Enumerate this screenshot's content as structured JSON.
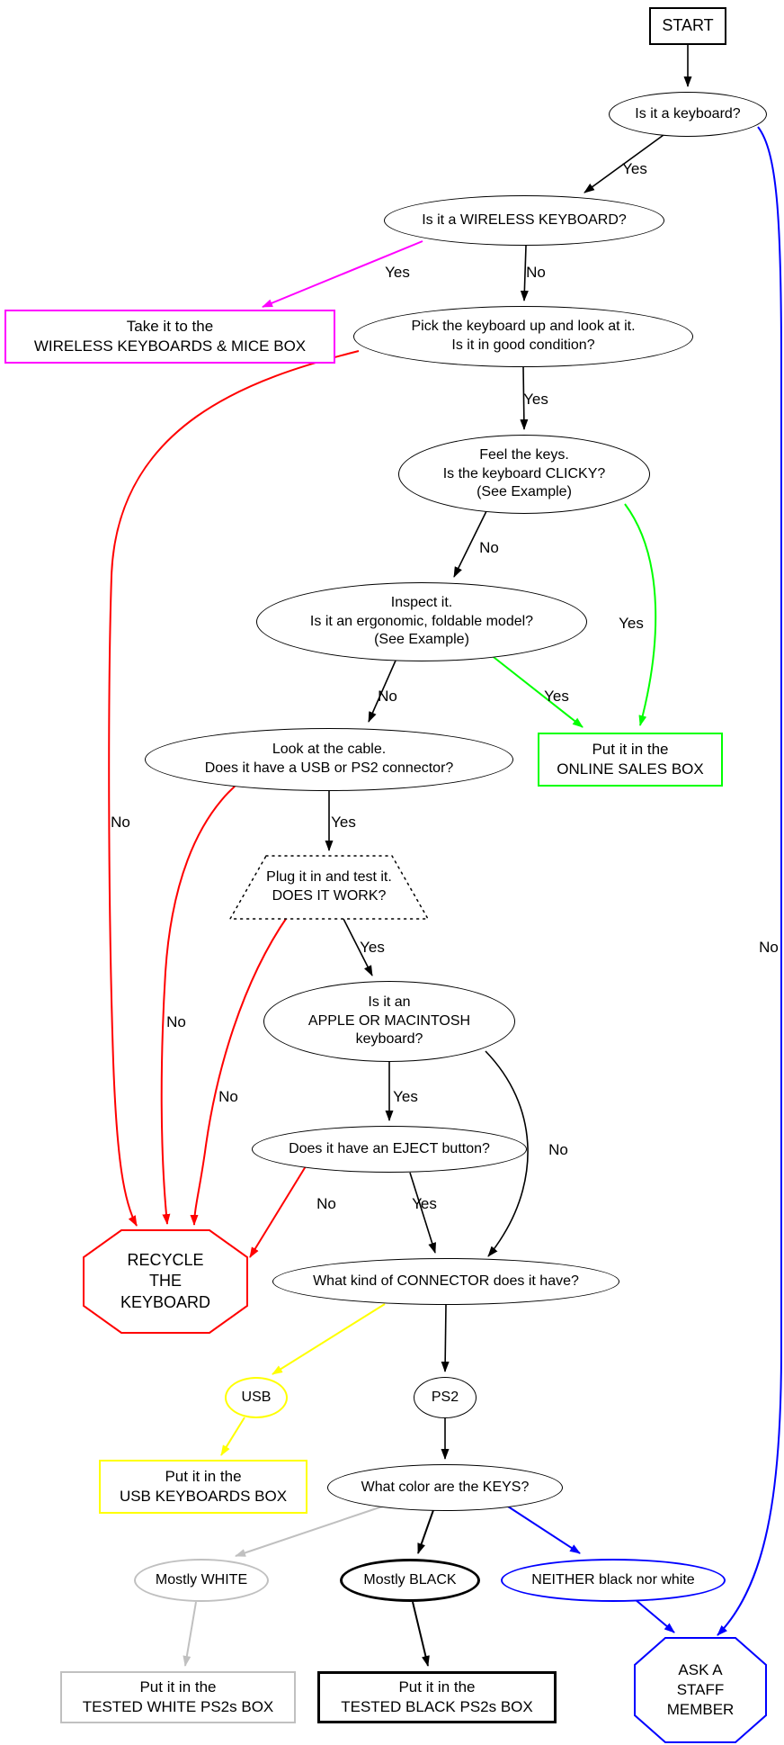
{
  "nodes": {
    "start": {
      "label": "START"
    },
    "is_keyboard": {
      "label": "Is it a keyboard?"
    },
    "is_wireless": {
      "label": "Is it a WIRELESS KEYBOARD?"
    },
    "wireless_box": {
      "label": "Take it to the\nWIRELESS KEYBOARDS & MICE BOX"
    },
    "good_condition": {
      "label": "Pick the keyboard up and look at it.\nIs it in good condition?"
    },
    "clicky": {
      "label": "Feel the keys.\nIs the keyboard CLICKY?\n(See Example)"
    },
    "ergonomic": {
      "label": "Inspect it.\nIs it an ergonomic, foldable model?\n(See Example)"
    },
    "online_sales_box": {
      "label": "Put it in the\nONLINE SALES BOX"
    },
    "cable": {
      "label": "Look at the cable.\nDoes it have a USB or PS2 connector?"
    },
    "does_it_work": {
      "label": "Plug it in and test it.\nDOES IT WORK?"
    },
    "apple": {
      "label": "Is it an\nAPPLE OR MACINTOSH\nkeyboard?"
    },
    "eject": {
      "label": "Does it have an EJECT button?"
    },
    "recycle": {
      "label": "RECYCLE\nTHE\nKEYBOARD"
    },
    "connector": {
      "label": "What kind of CONNECTOR does it have?"
    },
    "usb": {
      "label": "USB"
    },
    "ps2": {
      "label": "PS2"
    },
    "usb_box": {
      "label": "Put it in the\nUSB KEYBOARDS BOX"
    },
    "key_color": {
      "label": "What color are the KEYS?"
    },
    "mostly_white": {
      "label": "Mostly WHITE"
    },
    "mostly_black": {
      "label": "Mostly BLACK"
    },
    "neither": {
      "label": "NEITHER black nor white"
    },
    "white_box": {
      "label": "Put it in the\nTESTED WHITE PS2s BOX"
    },
    "black_box": {
      "label": "Put it in the\nTESTED BLACK PS2s BOX"
    },
    "ask_staff": {
      "label": "ASK A\nSTAFF\nMEMBER"
    }
  },
  "edge_labels": {
    "keyboard_yes": "Yes",
    "keyboard_no": "No",
    "wireless_yes": "Yes",
    "wireless_no": "No",
    "condition_yes": "Yes",
    "condition_no": "No",
    "clicky_no": "No",
    "clicky_yes": "Yes",
    "ergo_no": "No",
    "ergo_yes": "Yes",
    "cable_yes": "Yes",
    "cable_no": "No",
    "work_yes": "Yes",
    "work_no": "No",
    "apple_yes": "Yes",
    "apple_no": "No",
    "eject_no": "No",
    "eject_yes": "Yes"
  },
  "colors": {
    "black": "#000000",
    "red": "#ff0000",
    "green": "#00ff00",
    "blue": "#0000ff",
    "magenta": "#ff00ff",
    "yellow": "#ffff00",
    "gray": "#c0c0c0",
    "background": "#ffffff"
  }
}
